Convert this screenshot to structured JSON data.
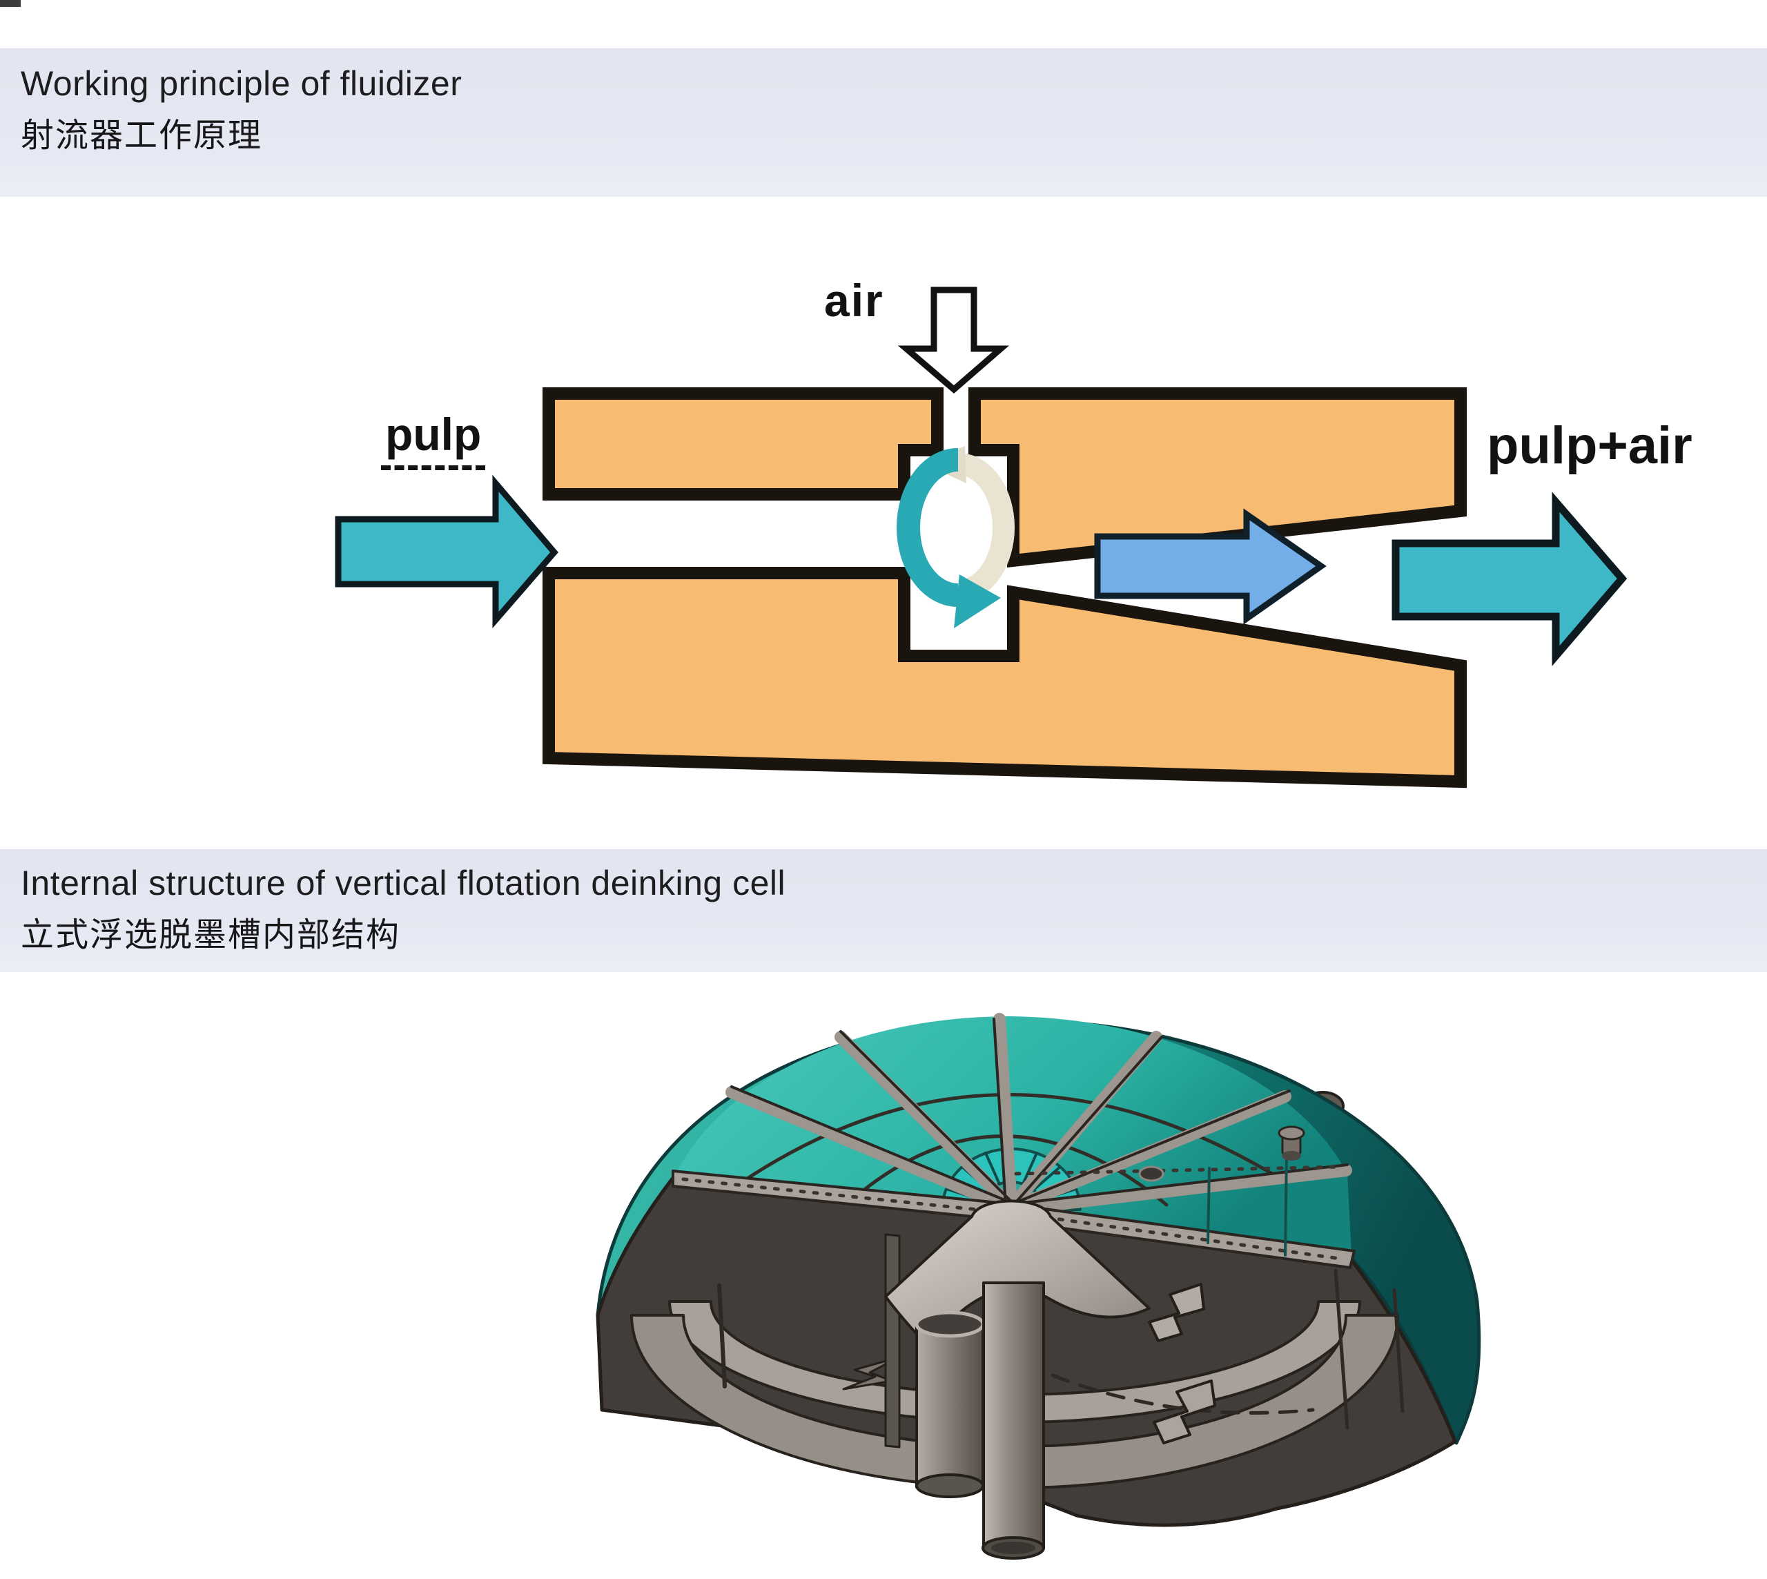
{
  "section1": {
    "title_en": "Working principle of fluidizer",
    "title_zh": "射流器工作原理"
  },
  "section2": {
    "title_en": "Internal structure of vertical flotation deinking cell",
    "title_zh": "立式浮选脱墨槽内部结构"
  },
  "header_band_color": "#e4e6f1",
  "fluidizer": {
    "labels": {
      "inlet": "pulp",
      "air": "air",
      "outlet": "pulp+air"
    },
    "colors": {
      "pipe_fill": "#f8bb72",
      "outline": "#1a140f",
      "pulp_arrow": "#3eb7c6",
      "air_arrow_fill": "#ffffff",
      "mix_arrow": "#74aee8",
      "swirl_teal": "#29a9b4",
      "swirl_cream": "#eae3d2"
    }
  },
  "flotation_cell": {
    "colors": {
      "dome_teal_light": "#3fc2b2",
      "dome_teal_mid": "#17897e",
      "dome_teal_dark": "#0a4c4c",
      "fan_teal": "#49c8ba",
      "hub_wedge_teal": "#2dc3bd",
      "steel_light": "#cac3bc",
      "steel_mid": "#a29b94",
      "steel_shelf": "#968f88",
      "steel_dark": "#6b655e",
      "interior_shadow": "#433d39",
      "line": "#241f1b"
    }
  }
}
